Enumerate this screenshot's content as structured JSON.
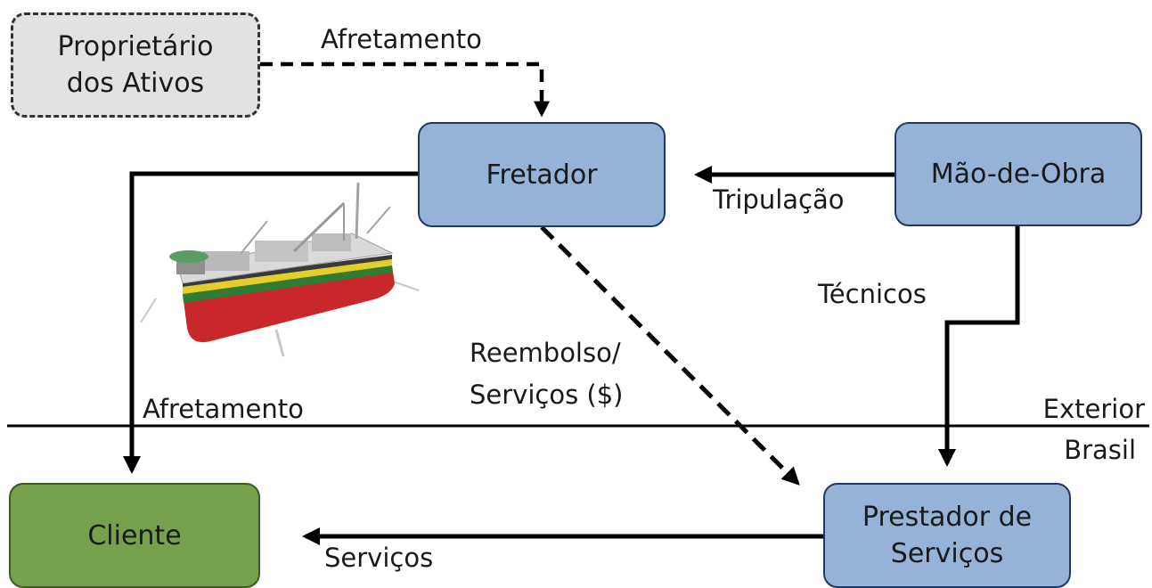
{
  "nodes": {
    "owner": {
      "line1": "Proprietário",
      "line2": "dos Ativos"
    },
    "fretador": {
      "label": "Fretador"
    },
    "mao_de_obra": {
      "label": "Mão-de-Obra"
    },
    "cliente": {
      "label": "Cliente"
    },
    "prestador": {
      "line1": "Prestador de",
      "line2": "Serviços"
    }
  },
  "edges": {
    "afretamento_top": "Afretamento",
    "tripulacao": "Tripulação",
    "tecnicos": "Técnicos",
    "reembolso_line1": "Reembolso/",
    "reembolso_line2": "Serviços ($)",
    "afretamento_left": "Afretamento",
    "servicos": "Serviços"
  },
  "regions": {
    "exterior": "Exterior",
    "brasil": "Brasil"
  },
  "image": {
    "subject": "fpso-ship-icon"
  },
  "colors": {
    "blue_fill": "#95b3d7",
    "blue_border": "#1f3864",
    "green_fill": "#77a04d",
    "gray_fill": "#e2e2e2",
    "line": "#000000"
  }
}
